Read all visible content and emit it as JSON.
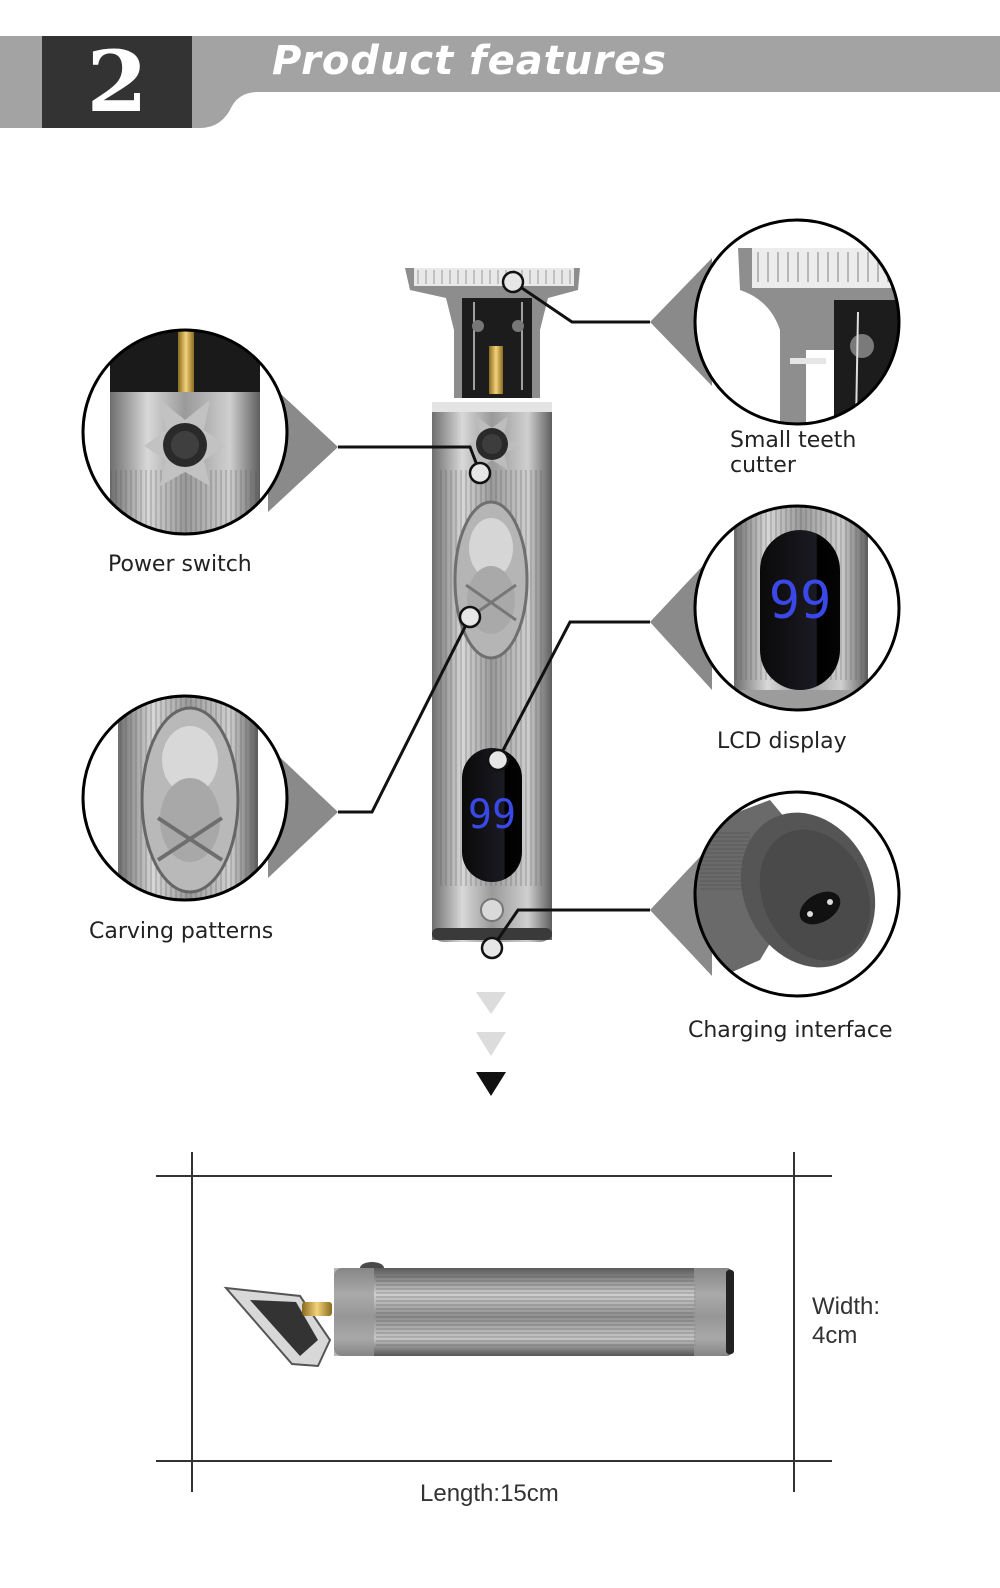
{
  "header": {
    "step_number": "2",
    "title": "Product features"
  },
  "callouts": [
    {
      "id": "small-teeth-cutter",
      "label": "Small teeth cutter",
      "label_lines": [
        "Small teeth",
        "cutter"
      ],
      "side": "right"
    },
    {
      "id": "power-switch",
      "label": "Power switch",
      "label_lines": [
        "Power switch"
      ],
      "side": "left"
    },
    {
      "id": "lcd-display",
      "label": "LCD display",
      "label_lines": [
        "LCD display"
      ],
      "side": "right"
    },
    {
      "id": "carving-patterns",
      "label": "Carving patterns",
      "label_lines": [
        "Carving patterns"
      ],
      "side": "left"
    },
    {
      "id": "charging-interface",
      "label": "Charging interface",
      "label_lines": [
        "Charging interface"
      ],
      "side": "right"
    }
  ],
  "lcd": {
    "value": "99",
    "color": "#3b48e8"
  },
  "dimensions": {
    "width_label": [
      "Width:",
      "4cm"
    ],
    "length_label": "Length:15cm"
  },
  "colors": {
    "header_band": "#a3a3a3",
    "step_box": "#333333",
    "callout_pointer": "#8a8a8a",
    "arrow_light": "#dcdcdc",
    "arrow_dark": "#111111"
  }
}
